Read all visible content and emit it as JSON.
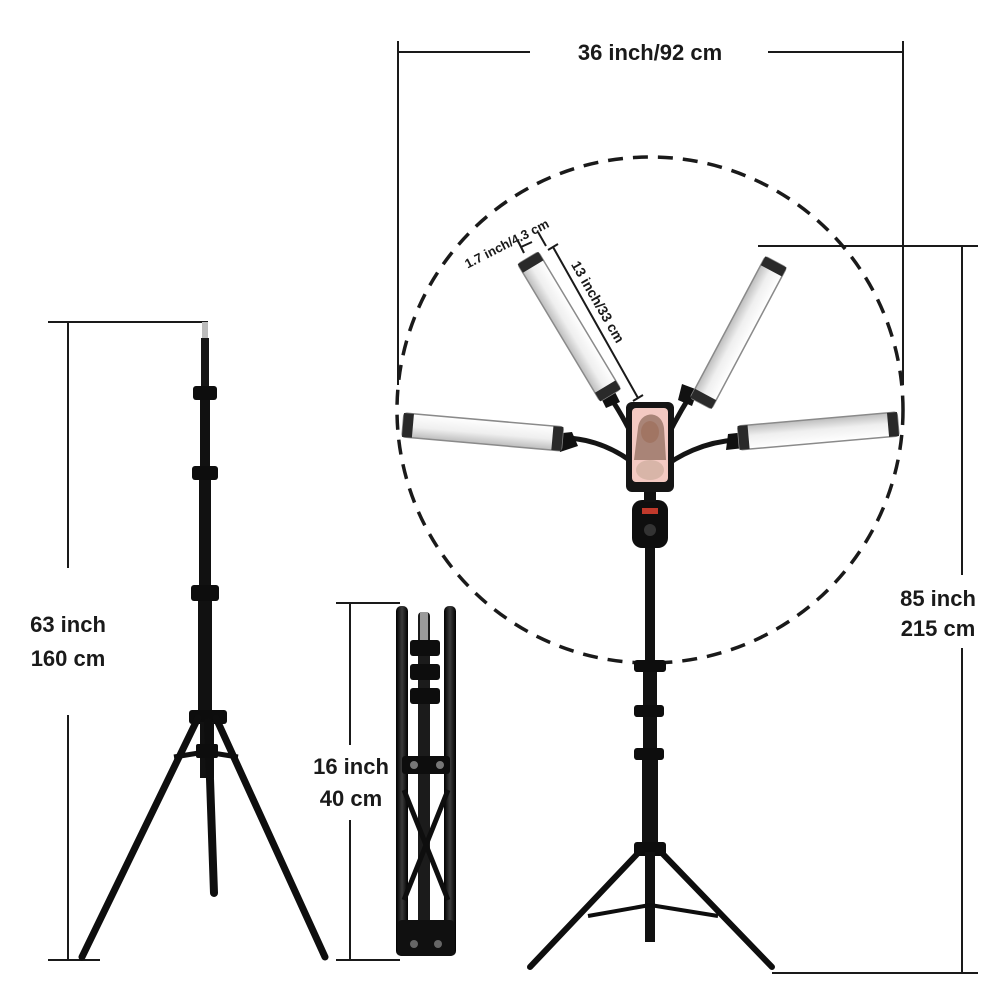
{
  "labels": {
    "width": "36 inch/92 cm",
    "panel_width": "1.7 inch/4.3 cm",
    "panel_length": "13 inch/33 cm",
    "stand_height_in": "63 inch",
    "stand_height_cm": "160 cm",
    "folded_height_in": "16 inch",
    "folded_height_cm": "40 cm",
    "total_height_in": "85 inch",
    "total_height_cm": "215 cm"
  },
  "colors": {
    "background": "#ffffff",
    "stand": "#111111",
    "panel_light": "#f4f4f4",
    "panel_shade": "#c9c9c9",
    "dim_line": "#1a1a1a"
  },
  "icons": {
    "phone": "smartphone-with-portrait",
    "light": "led-stick-panel",
    "stand": "tripod-stand"
  }
}
